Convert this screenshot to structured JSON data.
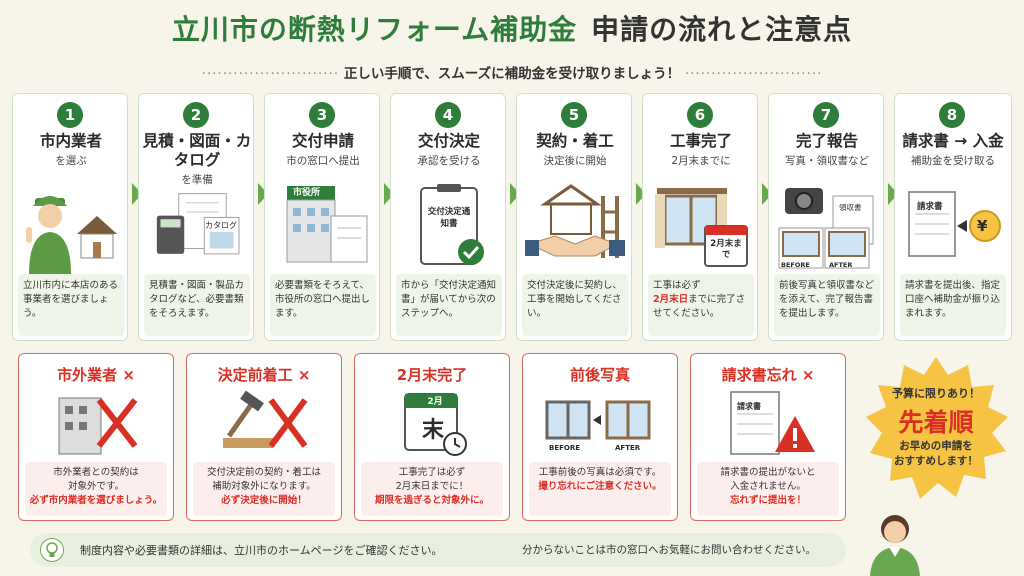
{
  "header": {
    "title_green": "立川市の断熱リフォーム補助金",
    "title_dark": "申請の流れと注意点",
    "subtitle": "正しい手順で、スムーズに補助金を受け取りましょう！"
  },
  "steps": [
    {
      "num": "1",
      "title": "市内業者",
      "sub": "を選ぶ",
      "desc": "立川市内に本店のある事業者を選びましょう。"
    },
    {
      "num": "2",
      "title": "見積・図面・カタログ",
      "sub": "を準備",
      "illus_label": "カタログ",
      "desc": "見積書・図面・製品カタログなど、必要書類をそろえます。"
    },
    {
      "num": "3",
      "title": "交付申請",
      "sub": "市の窓口へ提出",
      "illus_label": "市役所",
      "desc": "必要書類をそろえて、市役所の窓口へ提出します。"
    },
    {
      "num": "4",
      "title": "交付決定",
      "sub": "承認を受ける",
      "illus_label": "交付決定通知書",
      "desc": "市から「交付決定通知書」が届いてから次のステップへ。"
    },
    {
      "num": "5",
      "title": "契約・着工",
      "sub": "決定後に開始",
      "desc": "交付決定後に契約し、工事を開始してください。"
    },
    {
      "num": "6",
      "title": "工事完了",
      "sub": "2月末までに",
      "illus_label": "2月末まで",
      "desc_pre": "工事は必ず",
      "desc_red": "2月末日",
      "desc_post": "までに完了させてください。"
    },
    {
      "num": "7",
      "title": "完了報告",
      "sub": "写真・領収書など",
      "illus_label": "領収書",
      "before": "BEFORE",
      "after": "AFTER",
      "desc": "前後写真と領収書などを添えて、完了報告書を提出します。"
    },
    {
      "num": "8",
      "title": "請求書 → 入金",
      "sub": "補助金を受け取る",
      "illus_label": "請求書",
      "yen": "¥",
      "desc": "請求書を提出後、指定口座へ補助金が振り込まれます。"
    }
  ],
  "warnings": [
    {
      "title": "市外業者 ×",
      "line1": "市外業者との契約は",
      "line2": "対象外です。",
      "red": "必ず市内業者を選びましょう。"
    },
    {
      "title": "決定前着工 ×",
      "line1": "交付決定前の契約・着工は",
      "line2": "補助対象外になります。",
      "red": "必ず決定後に開始！"
    },
    {
      "title": "2月末完了",
      "cal_month": "2月",
      "cal_day": "末",
      "line1": "工事完了は必ず",
      "line2": "2月末日までに！",
      "red": "期限を過ぎると対象外に。"
    },
    {
      "title": "前後写真",
      "before": "BEFORE",
      "after": "AFTER",
      "line1": "工事前後の写真は必須です。",
      "line2": "",
      "red": "撮り忘れにご注意ください。"
    },
    {
      "title": "請求書忘れ ×",
      "illus_label": "請求書",
      "line1": "請求書の提出がないと",
      "line2": "入金されません。",
      "red": "忘れずに提出を！"
    }
  ],
  "badge": {
    "line1": "予算に限りあり！",
    "main": "先着順",
    "line2": "お早めの申請を",
    "line3": "おすすめします！"
  },
  "footer": {
    "text1": "制度内容や必要書類の詳細は、立川市のホームページをご確認ください。",
    "text2": "分からないことは市の窓口へお気軽にお問い合わせください。"
  },
  "colors": {
    "green": "#2e7d3a",
    "red": "#d93025",
    "badge_yellow": "#f6c343"
  }
}
